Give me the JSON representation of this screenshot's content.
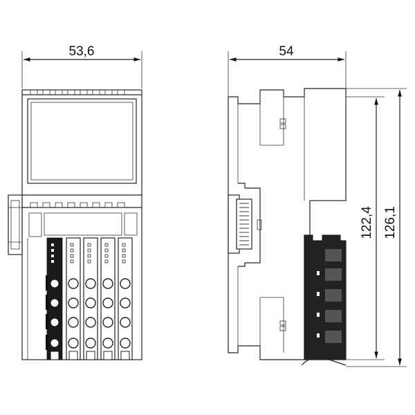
{
  "dimensions": {
    "front_width": "53,6",
    "side_depth": "54",
    "height_inner": "122,4",
    "height_outer": "126,1"
  },
  "colors": {
    "line": "#222222",
    "terminal_dark": "#1a1a1a",
    "background": "#ffffff"
  }
}
